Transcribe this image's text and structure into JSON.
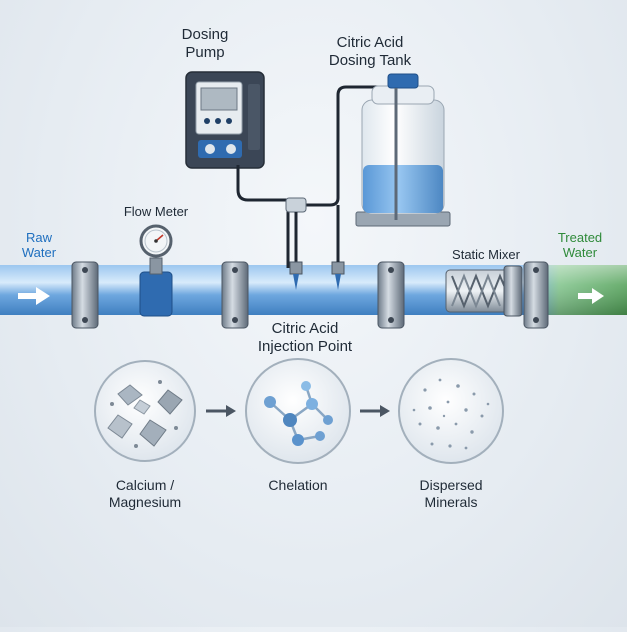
{
  "labels": {
    "dosing_pump": "Dosing\nPump",
    "dosing_tank": "Citric Acid\nDosing Tank",
    "flow_meter": "Flow Meter",
    "raw_water": "Raw\nWater",
    "treated_water": "Treated\nWater",
    "static_mixer": "Static Mixer",
    "injection_point": "Citric Acid\nInjection Point",
    "calcium": "Calcium /\nMagnesium",
    "chelation": "Chelation",
    "dispersed": "Dispersed\nMinerals"
  },
  "colors": {
    "raw_water": "#1f6fbf",
    "treated_water": "#2f8a3a",
    "pipe": "#5b9ad8",
    "tank_liquid": "#5aa0e0",
    "pump_body": "#3b4656"
  }
}
